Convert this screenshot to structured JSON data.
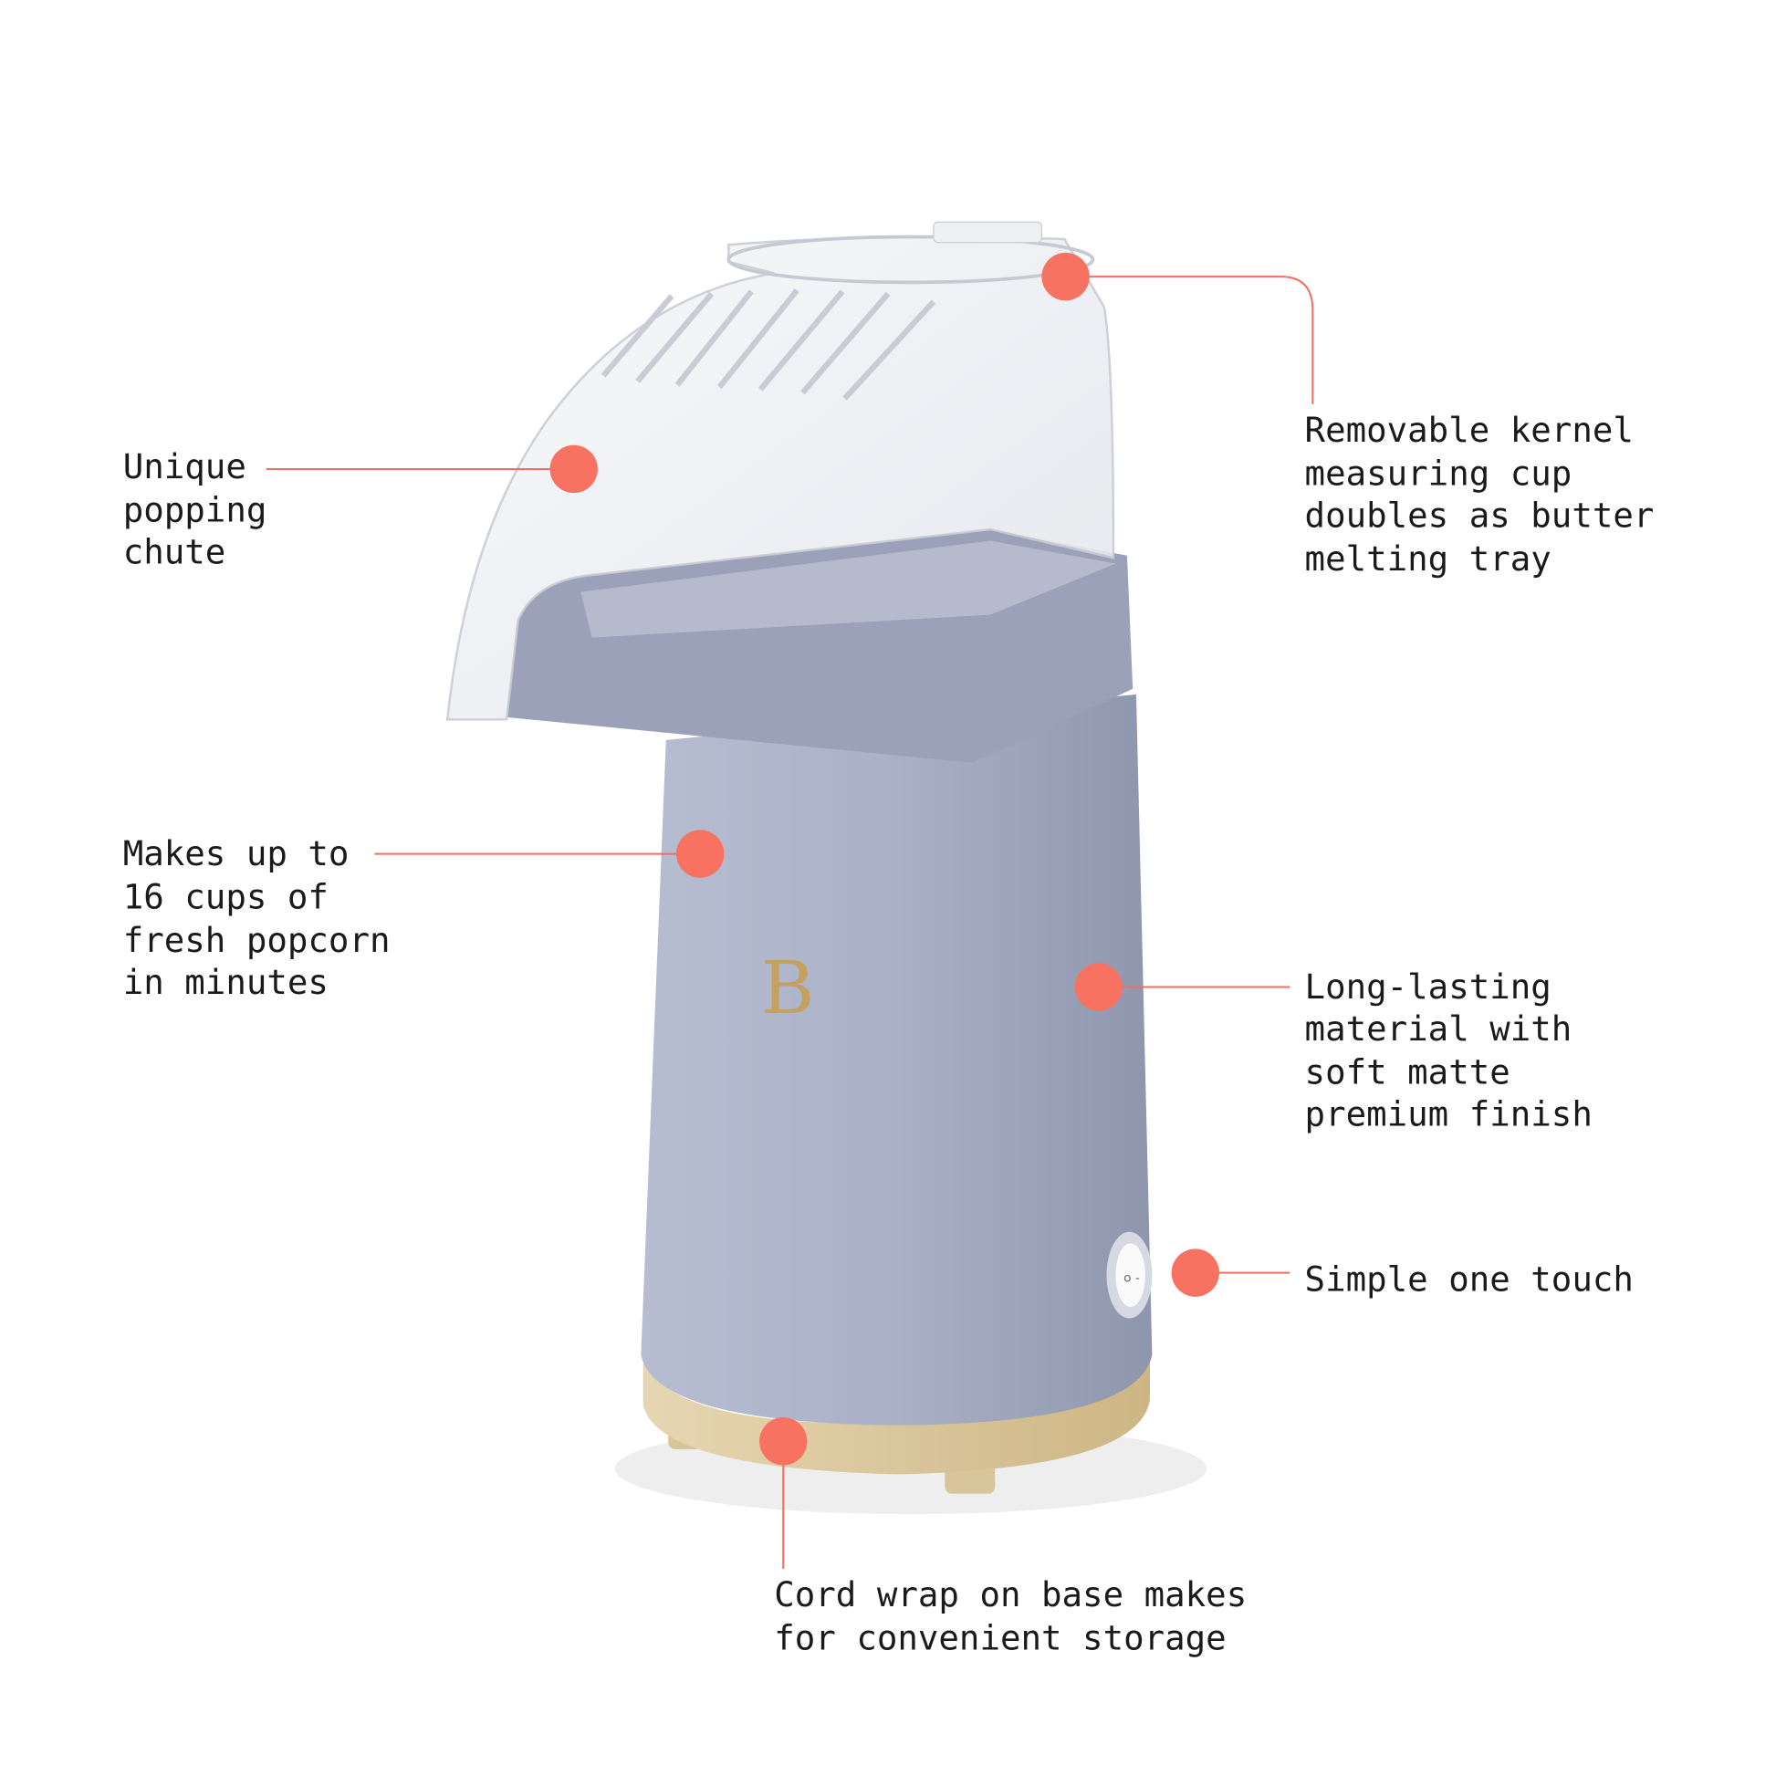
{
  "callouts": {
    "chute": {
      "lines": [
        "Unique",
        "popping",
        "chute"
      ]
    },
    "kernel_cup": {
      "lines": [
        "Removable kernel",
        "measuring cup",
        "doubles as butter",
        "melting tray"
      ]
    },
    "capacity": {
      "lines": [
        "Makes up to",
        "16 cups of",
        "fresh popcorn",
        "in minutes"
      ]
    },
    "finish": {
      "lines": [
        "Long-lasting",
        "material with",
        "soft matte",
        "premium finish"
      ]
    },
    "switch": {
      "lines": [
        "Simple one touch"
      ]
    },
    "cord": {
      "lines": [
        "Cord wrap on base makes",
        "for convenient storage"
      ]
    }
  },
  "product": {
    "logo_letter": "B",
    "switch_symbol": "o -"
  },
  "colors": {
    "accent": "#f87262",
    "body": "#a9b0c6",
    "gold": "#dcc9a0"
  }
}
